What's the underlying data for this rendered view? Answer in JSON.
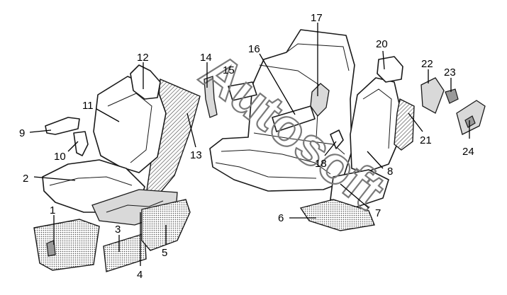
{
  "watermark": "Autosoft",
  "callouts": [
    {
      "id": "1",
      "label": "1"
    },
    {
      "id": "2",
      "label": "2"
    },
    {
      "id": "3",
      "label": "3"
    },
    {
      "id": "4",
      "label": "4"
    },
    {
      "id": "5",
      "label": "5"
    },
    {
      "id": "6",
      "label": "6"
    },
    {
      "id": "7",
      "label": "7"
    },
    {
      "id": "8",
      "label": "8"
    },
    {
      "id": "9",
      "label": "9"
    },
    {
      "id": "10",
      "label": "10"
    },
    {
      "id": "11",
      "label": "11"
    },
    {
      "id": "12",
      "label": "12"
    },
    {
      "id": "13",
      "label": "13"
    },
    {
      "id": "14",
      "label": "14"
    },
    {
      "id": "15",
      "label": "15"
    },
    {
      "id": "16",
      "label": "16"
    },
    {
      "id": "17",
      "label": "17"
    },
    {
      "id": "18",
      "label": "18"
    },
    {
      "id": "20",
      "label": "20"
    },
    {
      "id": "21",
      "label": "21"
    },
    {
      "id": "22",
      "label": "22"
    },
    {
      "id": "23",
      "label": "23"
    },
    {
      "id": "24",
      "label": "24"
    }
  ]
}
